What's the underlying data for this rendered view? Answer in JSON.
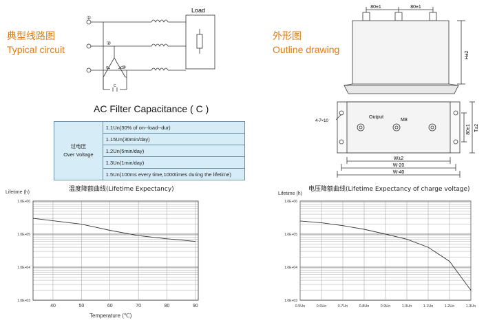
{
  "typical_circuit": {
    "title_cn": "典型线路图",
    "title_en": "Typical circuit",
    "load_label": "Load",
    "terminals": [
      "①",
      "②",
      "③"
    ],
    "cap_label": "C"
  },
  "outline": {
    "title_cn": "外形图",
    "title_en": "Outline drawing",
    "top_dims": [
      "80±1",
      "80±1"
    ],
    "height_dim": "H±2",
    "hole_label": "4-7×10",
    "output_label": "Output",
    "m8_label": "M8",
    "side_dims": [
      "80±1",
      "T±2"
    ],
    "bottom_dims": [
      "W±2",
      "W-20",
      "W-40"
    ]
  },
  "spec_table": {
    "heading": "AC Filter Capacitance ( C )",
    "left_cn": "过电压",
    "left_en": "Over Voltage",
    "rows": [
      "1.1Un(30% of on--load--dur)",
      "1.15Un(30min/day)",
      "1.2Un(5min/day)",
      "1.3Un(1min/day)",
      "1.5Un(100ms every time,1000times during the lifetime)"
    ]
  },
  "chart_data": [
    {
      "type": "line",
      "title": "温度降额曲线(Lifetime Expectancy)",
      "ylabel": "Lifetime (h)",
      "xlabel": "Temperature (℃)",
      "y_scale": "log",
      "ylim": [
        1000,
        1000000
      ],
      "y_ticks": [
        "1.0E+06",
        "1.0E+05",
        "1.0E+04",
        "1.0E+03"
      ],
      "x_ticks": [
        "40",
        "50",
        "60",
        "70",
        "80",
        "90"
      ],
      "xlim": [
        33,
        91
      ],
      "series": [
        {
          "x": [
            33,
            50,
            60,
            70,
            80,
            90
          ],
          "y": [
            300000,
            200000,
            130000,
            90000,
            72000,
            60000
          ]
        }
      ]
    },
    {
      "type": "line",
      "title": "电压降额曲线(Lifetime Expectancy of charge voltage)",
      "ylabel": "Lifetime (h)",
      "xlabel": "",
      "y_scale": "log",
      "ylim": [
        1000,
        1000000
      ],
      "y_ticks": [
        "1.0E+06",
        "1.0E+05",
        "1.0E+04",
        "1.0E+03"
      ],
      "x_ticks": [
        "0.5Un",
        "0.6Un",
        "0.7Un",
        "0.8Un",
        "0.9Un",
        "1.0Un",
        "1.1Un",
        "1.2Un",
        "1.3Un"
      ],
      "xlim": [
        0.5,
        1.3
      ],
      "series": [
        {
          "x": [
            0.5,
            0.6,
            0.7,
            0.8,
            0.9,
            1.0,
            1.1,
            1.2,
            1.3
          ],
          "y": [
            250000,
            220000,
            180000,
            140000,
            100000,
            70000,
            40000,
            15000,
            2000
          ]
        }
      ]
    }
  ]
}
